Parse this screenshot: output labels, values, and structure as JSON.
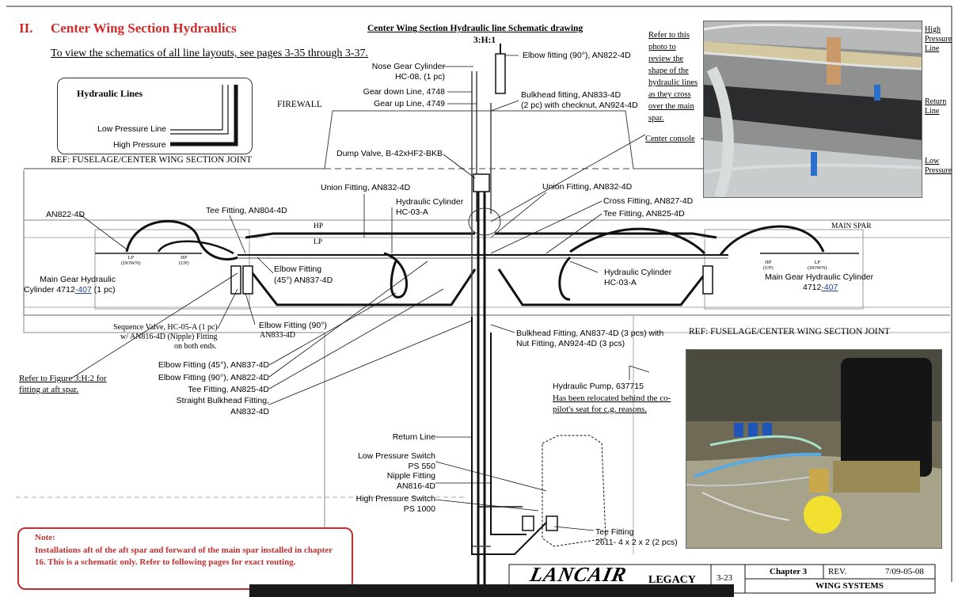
{
  "section": {
    "number": "II.",
    "title": "Center Wing Section Hydraulics",
    "color": "#d42a2a"
  },
  "intro_text": "To view the schematics of all line layouts, see pages 3-35 through 3-37.",
  "schematic": {
    "title": "Center Wing Section Hydraulic line Schematic drawing",
    "figure": "3:H:1"
  },
  "legend": {
    "title": "Hydraulic Lines",
    "low": "Low Pressure Line",
    "high": "High Pressure"
  },
  "labels": {
    "firewall": "FIREWALL",
    "ref_top": "REF:   FUSELAGE/CENTER WING SECTION JOINT",
    "ref_bottom": "REF:    FUSELAGE/CENTER WING SECTION JOINT",
    "main_spar": "MAIN SPAR",
    "hp": "HP",
    "lp": "LP",
    "elbow_top": "Elbow fitting (90°), AN822-4D",
    "nose_gear_1": "Nose Gear Cylinder",
    "nose_gear_2": "HC-08, (1 pc)",
    "gear_down": "Gear down Line, 4748",
    "gear_up": "Gear up Line, 4749",
    "bulkhead_top_1": "Bulkhead fitting, AN833-4D",
    "bulkhead_top_2": "(2 pc) with checknut, AN924-4D",
    "dump_valve": "Dump Valve, B-42xHF2-BKB",
    "union_left": "Union Fitting, AN832-4D",
    "union_right": "Union Fitting, AN832-4D",
    "hyd_cyl_top_1": "Hydraulic Cylinder",
    "hyd_cyl_top_2": "HC-03-A",
    "cross_fitting": "Cross Fitting, AN827-4D",
    "tee_right": "Tee Fitting, AN825-4D",
    "an822_left": "AN822-4D",
    "tee_left": "Tee Fitting, AN804-4D",
    "elbow45_mid_1": "Elbow Fitting",
    "elbow45_mid_2": "(45°) AN837-4D",
    "hyd_cyl_right_1": "Hydraulic Cylinder",
    "hyd_cyl_right_2": "HC-03-A",
    "main_gear_left_1": "Main Gear Hydraulic",
    "main_gear_left_2a": "Cylinder 4712",
    "main_gear_left_2b": "-407",
    "main_gear_left_2c": " (1 pc)",
    "main_gear_right_1": "Main Gear Hydraulic Cylinder",
    "main_gear_right_2a": "4712",
    "main_gear_right_2b": "-407",
    "lp_down_l": "LP\n(DOWN)",
    "hp_up_l": "HP\n(UP)",
    "hp_up_r": "HP\n(UP)",
    "lp_down_r": "LP\n(DOWN)",
    "sequence_1": "Sequence Valve, HC-05-A (1 pc)",
    "sequence_2": "w/ AN816-4D (Nipple) Fitting",
    "sequence_3": "on both ends.",
    "elbow90_1": "Elbow Fitting (90°)",
    "elbow90_2": "AN833-4D",
    "bulkhead_mid_1": "Bulkhead Fitting, AN837-4D (3 pcs) with",
    "bulkhead_mid_2": "Nut Fitting, AN924-4D (3 pcs)",
    "refer_fig_1": "Refer to Figure 3:H:2 for",
    "refer_fig_2": "fitting at aft spar.",
    "list_1": "Elbow Fitting (45°), AN837-4D",
    "list_2": "Elbow Fitting (90°), AN822-4D",
    "list_3": "Tee Fitting, AN825-4D",
    "list_4a": "Straight Bulkhead Fitting,",
    "list_4b": "AN832-4D",
    "return_line": "Return Line",
    "lps_1": "Low Pressure Switch",
    "lps_2": "PS 550",
    "nipple_1": "Nipple Fitting",
    "nipple_2": "AN816-4D",
    "hps_1": "High Pressure Switch",
    "hps_2": "PS 1000",
    "pump_1": "Hydraulic Pump, 637715",
    "pump_2": "Has been relocated behind the co-",
    "pump_3": "pilot's seat for c.g. reasons.",
    "tee_bottom_1": "Tee Fitting",
    "tee_bottom_2": "2611- 4 x 2 x 2 (2 pcs)",
    "refer_photo": [
      "Refer to this",
      "photo to",
      "review the",
      "shape of the",
      "hydraulic lines",
      "as they cross",
      "over the main",
      "spar."
    ],
    "center_console": "Center console",
    "photo_high": [
      "High",
      "Pressure",
      "Line"
    ],
    "photo_return": [
      "Return",
      "Line"
    ],
    "photo_low": [
      "Low",
      "Pressure"
    ]
  },
  "note": {
    "title": "Note:",
    "text": "Installations aft of the aft spar and forward of the main spar installed in chapter 16. This is a schematic only. Refer to following pages for exact routing.",
    "color": "#c03030"
  },
  "footer": {
    "brand": "LANCAIR",
    "model": "LEGACY",
    "page": "3-23",
    "chapter": "Chapter 3",
    "rev": "REV.",
    "date": "7/09-05-08",
    "section": "WING SYSTEMS"
  }
}
